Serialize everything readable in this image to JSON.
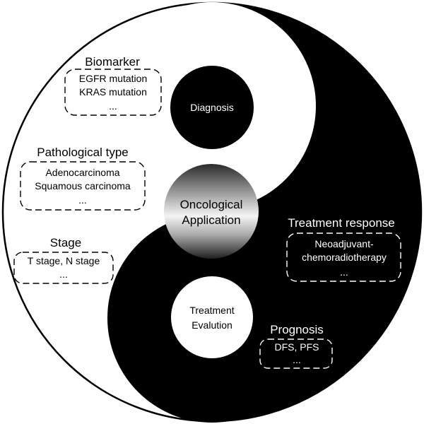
{
  "diagram": {
    "center": {
      "line1": "Oncological",
      "line2": "Application"
    },
    "diagnosis": {
      "label": "Diagnosis"
    },
    "treatment_evaluation": {
      "line1": "Treatment",
      "line2": "Evalution"
    },
    "colors": {
      "dark": "#000000",
      "light": "#ffffff"
    }
  },
  "diagnosis_categories": [
    {
      "title": "Biomarker",
      "items": [
        "EGFR mutation",
        "KRAS mutation",
        "..."
      ]
    },
    {
      "title": "Pathological type",
      "items": [
        "Adenocarcinoma",
        "Squamous carcinoma",
        "..."
      ]
    },
    {
      "title": "Stage",
      "items": [
        "T stage, N stage",
        "..."
      ]
    }
  ],
  "evaluation_categories": [
    {
      "title": "Treatment response",
      "items": [
        "Neoadjuvant-",
        "chemoradiotherapy",
        "..."
      ]
    },
    {
      "title": "Prognosis",
      "items": [
        "DFS, PFS",
        "..."
      ]
    }
  ]
}
